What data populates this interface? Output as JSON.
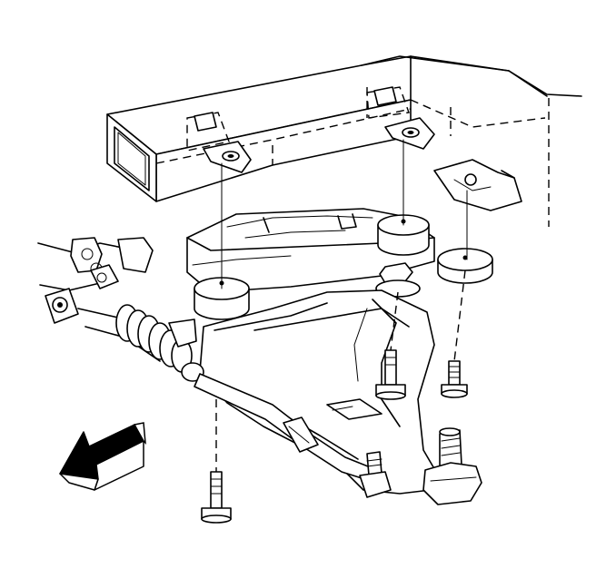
{
  "figure": {
    "type": "exploded-assembly-line-drawing",
    "text_labels": [],
    "colors": {
      "ink": "#000000",
      "paper": "#ffffff"
    },
    "parts": [
      "frame-rail",
      "crossmember",
      "bushing-left",
      "bushing-center",
      "bushing-right",
      "lower-control-arm",
      "ball-joint",
      "steering-gear-boot",
      "tie-rod",
      "mounting-bolt-left",
      "mounting-bolt-center",
      "mounting-bolt-right",
      "nut-retainer-left",
      "nut-retainer-right",
      "bracket-right",
      "direction-arrow"
    ]
  }
}
